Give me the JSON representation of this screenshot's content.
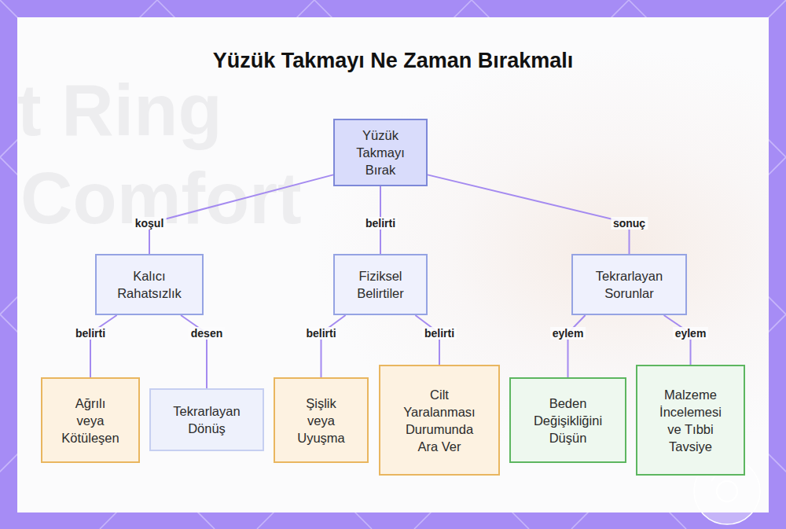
{
  "diagram": {
    "title": "Yüzük Takmayı Ne Zaman Bırakmalı",
    "nodes": [
      {
        "text": [
          "Yüzük Takmayı Bırak"
        ]
      },
      {
        "text": [
          "Kalıcı Rahatsızlık"
        ]
      },
      {
        "text": [
          "Fiziksel Belirtiler"
        ]
      },
      {
        "text": [
          "Tekrarlayan Sorunlar"
        ]
      },
      {
        "text": [
          "Ağrılı veya Kötüleşen"
        ]
      },
      {
        "text": [
          "Tekrarlayan Dönüş"
        ]
      },
      {
        "text": [
          "Şişlik veya Uyuşma"
        ]
      },
      {
        "text": [
          "Cilt Yaralanması Durumunda Ara Ver"
        ]
      },
      {
        "text": [
          "Beden Değişikliğini Düşün"
        ]
      },
      {
        "text": [
          "Malzeme İncelemesi ve Tıbbi Tavsiye"
        ]
      }
    ],
    "edges": [
      {
        "from": 0,
        "to": 1,
        "label": "koşul",
        "arrow": "none"
      },
      {
        "from": 0,
        "to": 2,
        "label": "belirti",
        "arrow": "none"
      },
      {
        "from": 0,
        "to": 3,
        "label": "sonuç",
        "arrow": "none"
      },
      {
        "from": 1,
        "to": 4,
        "label": "belirti",
        "arrow": "none"
      },
      {
        "from": 1,
        "to": 5,
        "label": "desen",
        "arrow": "none"
      },
      {
        "from": 2,
        "to": 6,
        "label": "belirti",
        "arrow": "none"
      },
      {
        "from": 2,
        "to": 7,
        "label": "belirti",
        "arrow": "none"
      },
      {
        "from": 3,
        "to": 8,
        "label": "eylem",
        "arrow": "none"
      },
      {
        "from": 3,
        "to": 9,
        "label": "eylem",
        "arrow": "none"
      }
    ],
    "labels": [
      "t Ring",
      "Comfort"
    ]
  }
}
